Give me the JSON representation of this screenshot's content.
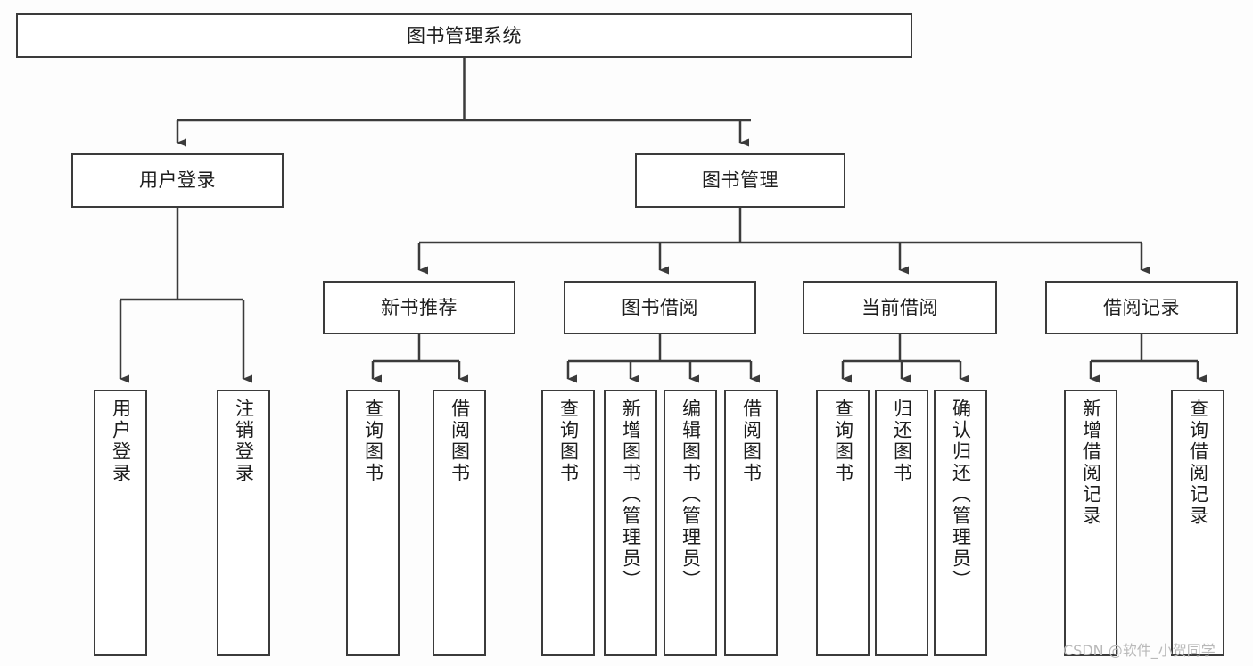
{
  "diagram": {
    "title": "图书管理系统",
    "type": "tree-hierarchy-diagram",
    "colors": {
      "background": "#fdfdfd",
      "box_fill": "#ffffff",
      "box_border": "#3b3b3b",
      "connector": "#3b3b3b",
      "text": "#1d1d1d",
      "watermark": "#b9b9b9"
    },
    "root": {
      "label": "图书管理系统"
    },
    "level2": [
      {
        "label": "用户登录"
      },
      {
        "label": "图书管理"
      }
    ],
    "level3": [
      {
        "label": "新书推荐"
      },
      {
        "label": "图书借阅"
      },
      {
        "label": "当前借阅"
      },
      {
        "label": "借阅记录"
      }
    ],
    "leaves": {
      "user_login": [
        {
          "label": "用户登录"
        },
        {
          "label": "注销登录"
        }
      ],
      "new_book_recommend": [
        {
          "label": "查询图书"
        },
        {
          "label": "借阅图书"
        }
      ],
      "book_borrow": [
        {
          "label": "查询图书"
        },
        {
          "label": "新增图书（管理员）"
        },
        {
          "label": "编辑图书（管理员）"
        },
        {
          "label": "借阅图书"
        }
      ],
      "current_borrow": [
        {
          "label": "查询图书"
        },
        {
          "label": "归还图书"
        },
        {
          "label": "确认归还（管理员）"
        }
      ],
      "borrow_record": [
        {
          "label": "新增借阅记录"
        },
        {
          "label": "查询借阅记录"
        }
      ]
    }
  },
  "watermark": {
    "text": "CSDN @软件_小贺同学"
  }
}
